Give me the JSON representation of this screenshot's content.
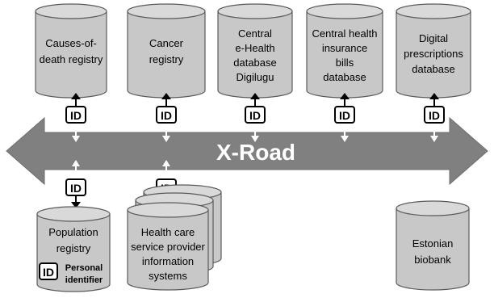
{
  "top_databases": [
    {
      "id": "causes-of-death-registry",
      "lines": [
        "Causes-of-",
        "death registry"
      ]
    },
    {
      "id": "cancer-registry",
      "lines": [
        "Cancer",
        "registry"
      ]
    },
    {
      "id": "central-ehealth-database",
      "lines": [
        "Central",
        "e-Health",
        "database",
        "Digilugu"
      ]
    },
    {
      "id": "central-health-insurance-bills-database",
      "lines": [
        "Central health",
        "insurance",
        "bills",
        "database"
      ]
    },
    {
      "id": "digital-prescriptions-database",
      "lines": [
        "Digital",
        "prescriptions",
        "database"
      ]
    }
  ],
  "bottom_databases": [
    {
      "id": "population-registry",
      "lines": [
        "Population",
        "registry"
      ]
    },
    {
      "id": "health-care-provider-systems",
      "lines": [
        "Health care",
        "service provider",
        "information",
        "systems"
      ]
    },
    {
      "id": "estonian-biobank",
      "lines": [
        "Estonian",
        "biobank"
      ]
    }
  ],
  "xroad_label": "X-Road",
  "id_badge": "ID",
  "personal_identifier_lines": [
    "Personal",
    "identifier"
  ],
  "colors": {
    "cylinder_body": "#c8c8c8",
    "cylinder_top": "#d9d9d9",
    "cylinder_edge": "#5a5a5a",
    "road": "#808080",
    "road_text": "#ffffff"
  }
}
